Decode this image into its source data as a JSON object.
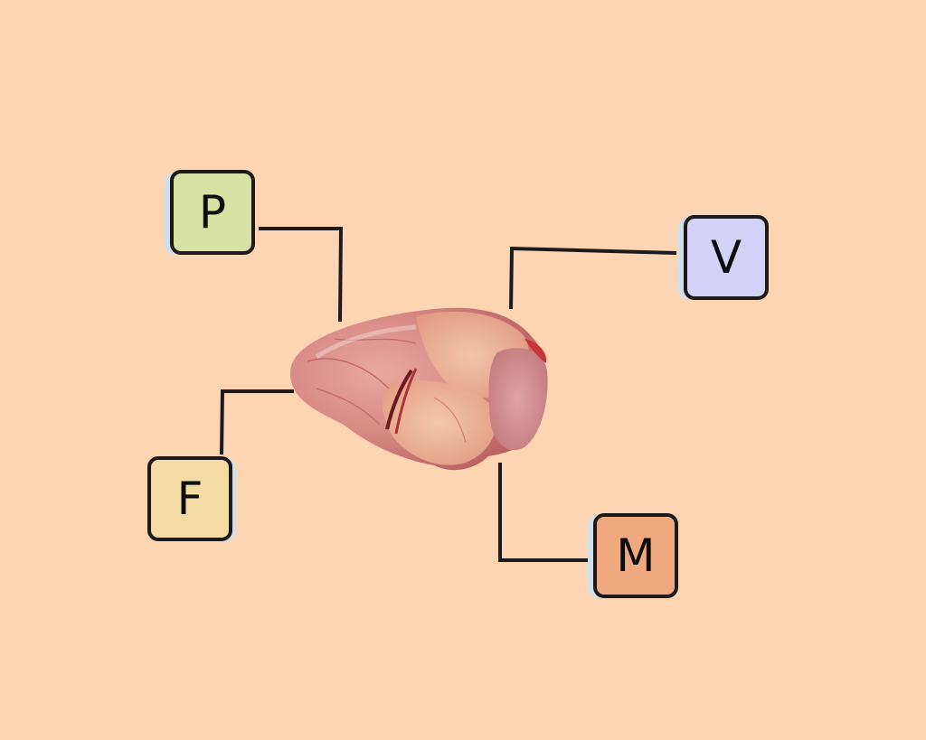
{
  "diagram": {
    "background_color": "#fed5b3",
    "center_image": {
      "subject": "heart",
      "description": "Photograph of an animal heart (raw organ) in the center of the diagram"
    },
    "labels": [
      {
        "id": "p",
        "letter": "P",
        "fill": "#d8e2a3",
        "position": "top-left"
      },
      {
        "id": "v",
        "letter": "V",
        "fill": "#d4d2f6",
        "position": "top-right"
      },
      {
        "id": "f",
        "letter": "F",
        "fill": "#f3dba4",
        "position": "bottom-left"
      },
      {
        "id": "m",
        "letter": "M",
        "fill": "#f0a97e",
        "position": "bottom-right"
      }
    ],
    "line_color": "#1c1a1a"
  }
}
